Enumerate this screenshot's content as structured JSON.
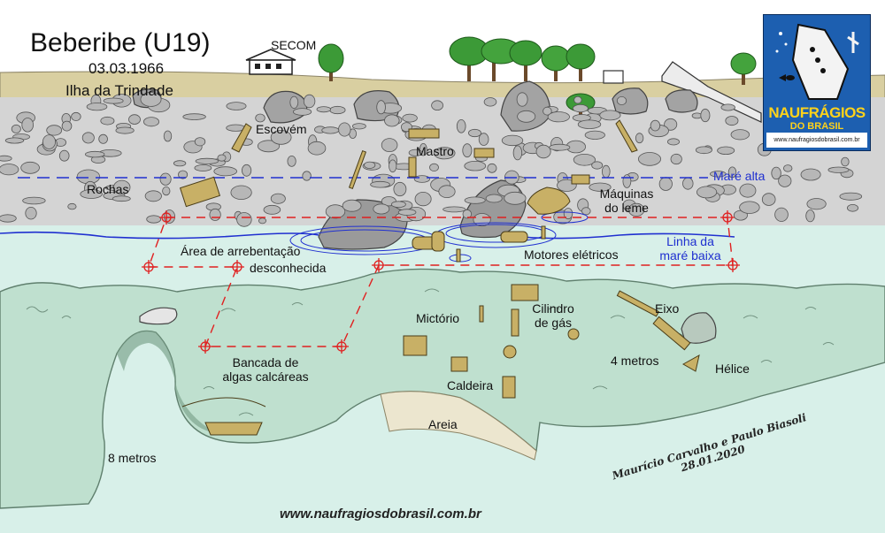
{
  "title": "Beberibe (U19)",
  "date": "03.03.1966",
  "location": "Ilha da Trindade",
  "labels": {
    "secom": "SECOM",
    "escovem": "Escovém",
    "mastro": "Mastro",
    "rochas": "Rochas",
    "mare_alta": "Maré alta",
    "maquinas_1": "Máquinas",
    "maquinas_2": "do leme",
    "linha_1": "Linha da",
    "linha_2": "maré baixa",
    "area_1": "Área de arrebentação",
    "area_2": "desconhecida",
    "motores": "Motores elétricos",
    "mictorio": "Mictório",
    "cilindro_1": "Cilindro",
    "cilindro_2": "de gás",
    "eixo": "Eixo",
    "quatro_metros": "4 metros",
    "helice": "Hélice",
    "bancada_1": "Bancada de",
    "bancada_2": "algas calcáreas",
    "caldeira": "Caldeira",
    "areia": "Areia",
    "oito_metros": "8 metros"
  },
  "signature": {
    "line1": "Maurício Carvalho e Paulo Biasoli",
    "line2": "28.01.2020"
  },
  "website": "www.naufragiosdobrasil.com.br",
  "logo": {
    "name": "NAUFRÁGIOS",
    "subtitle": "DO BRASIL",
    "url": "www.naufragiosdobrasil.com.br"
  },
  "colors": {
    "sky": "#ffffff",
    "sand": "#d9cfa1",
    "rock": "#a9a9a9",
    "water": "#d8f0e9",
    "seabed": "#cfe7dc",
    "tide_line": "#2030d0",
    "surf_zone": "#e02020",
    "logo_bg": "#1d5fb0",
    "logo_text": "#ffd21a"
  }
}
